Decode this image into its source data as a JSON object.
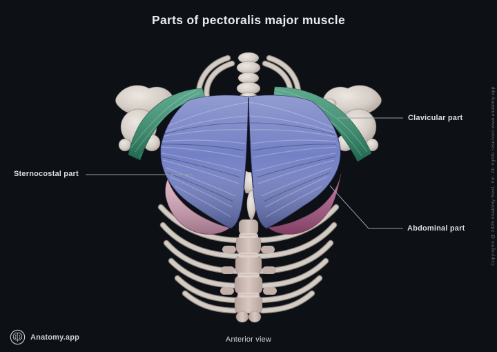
{
  "title": "Parts of pectoralis major muscle",
  "labels": {
    "clavicular": "Clavicular part",
    "sternocostal": "Sternocostal part",
    "abdominal": "Abdominal part"
  },
  "footer": {
    "brand": "Anatomy.app",
    "view_caption": "Anterior view"
  },
  "copyright": "Copyrights @ 2025 Anatomy Next, Inc. All rights reserved www.anatomy.app",
  "colors": {
    "background": "#0d1015",
    "clavicular": "#2f8c6a",
    "sternocostal": "#7380c4",
    "abdominal_light": "#d4a8ba",
    "abdominal_deep": "#a75682",
    "leader_line": "#9aa0a8"
  },
  "icons": {
    "logo": "brain-logo"
  }
}
